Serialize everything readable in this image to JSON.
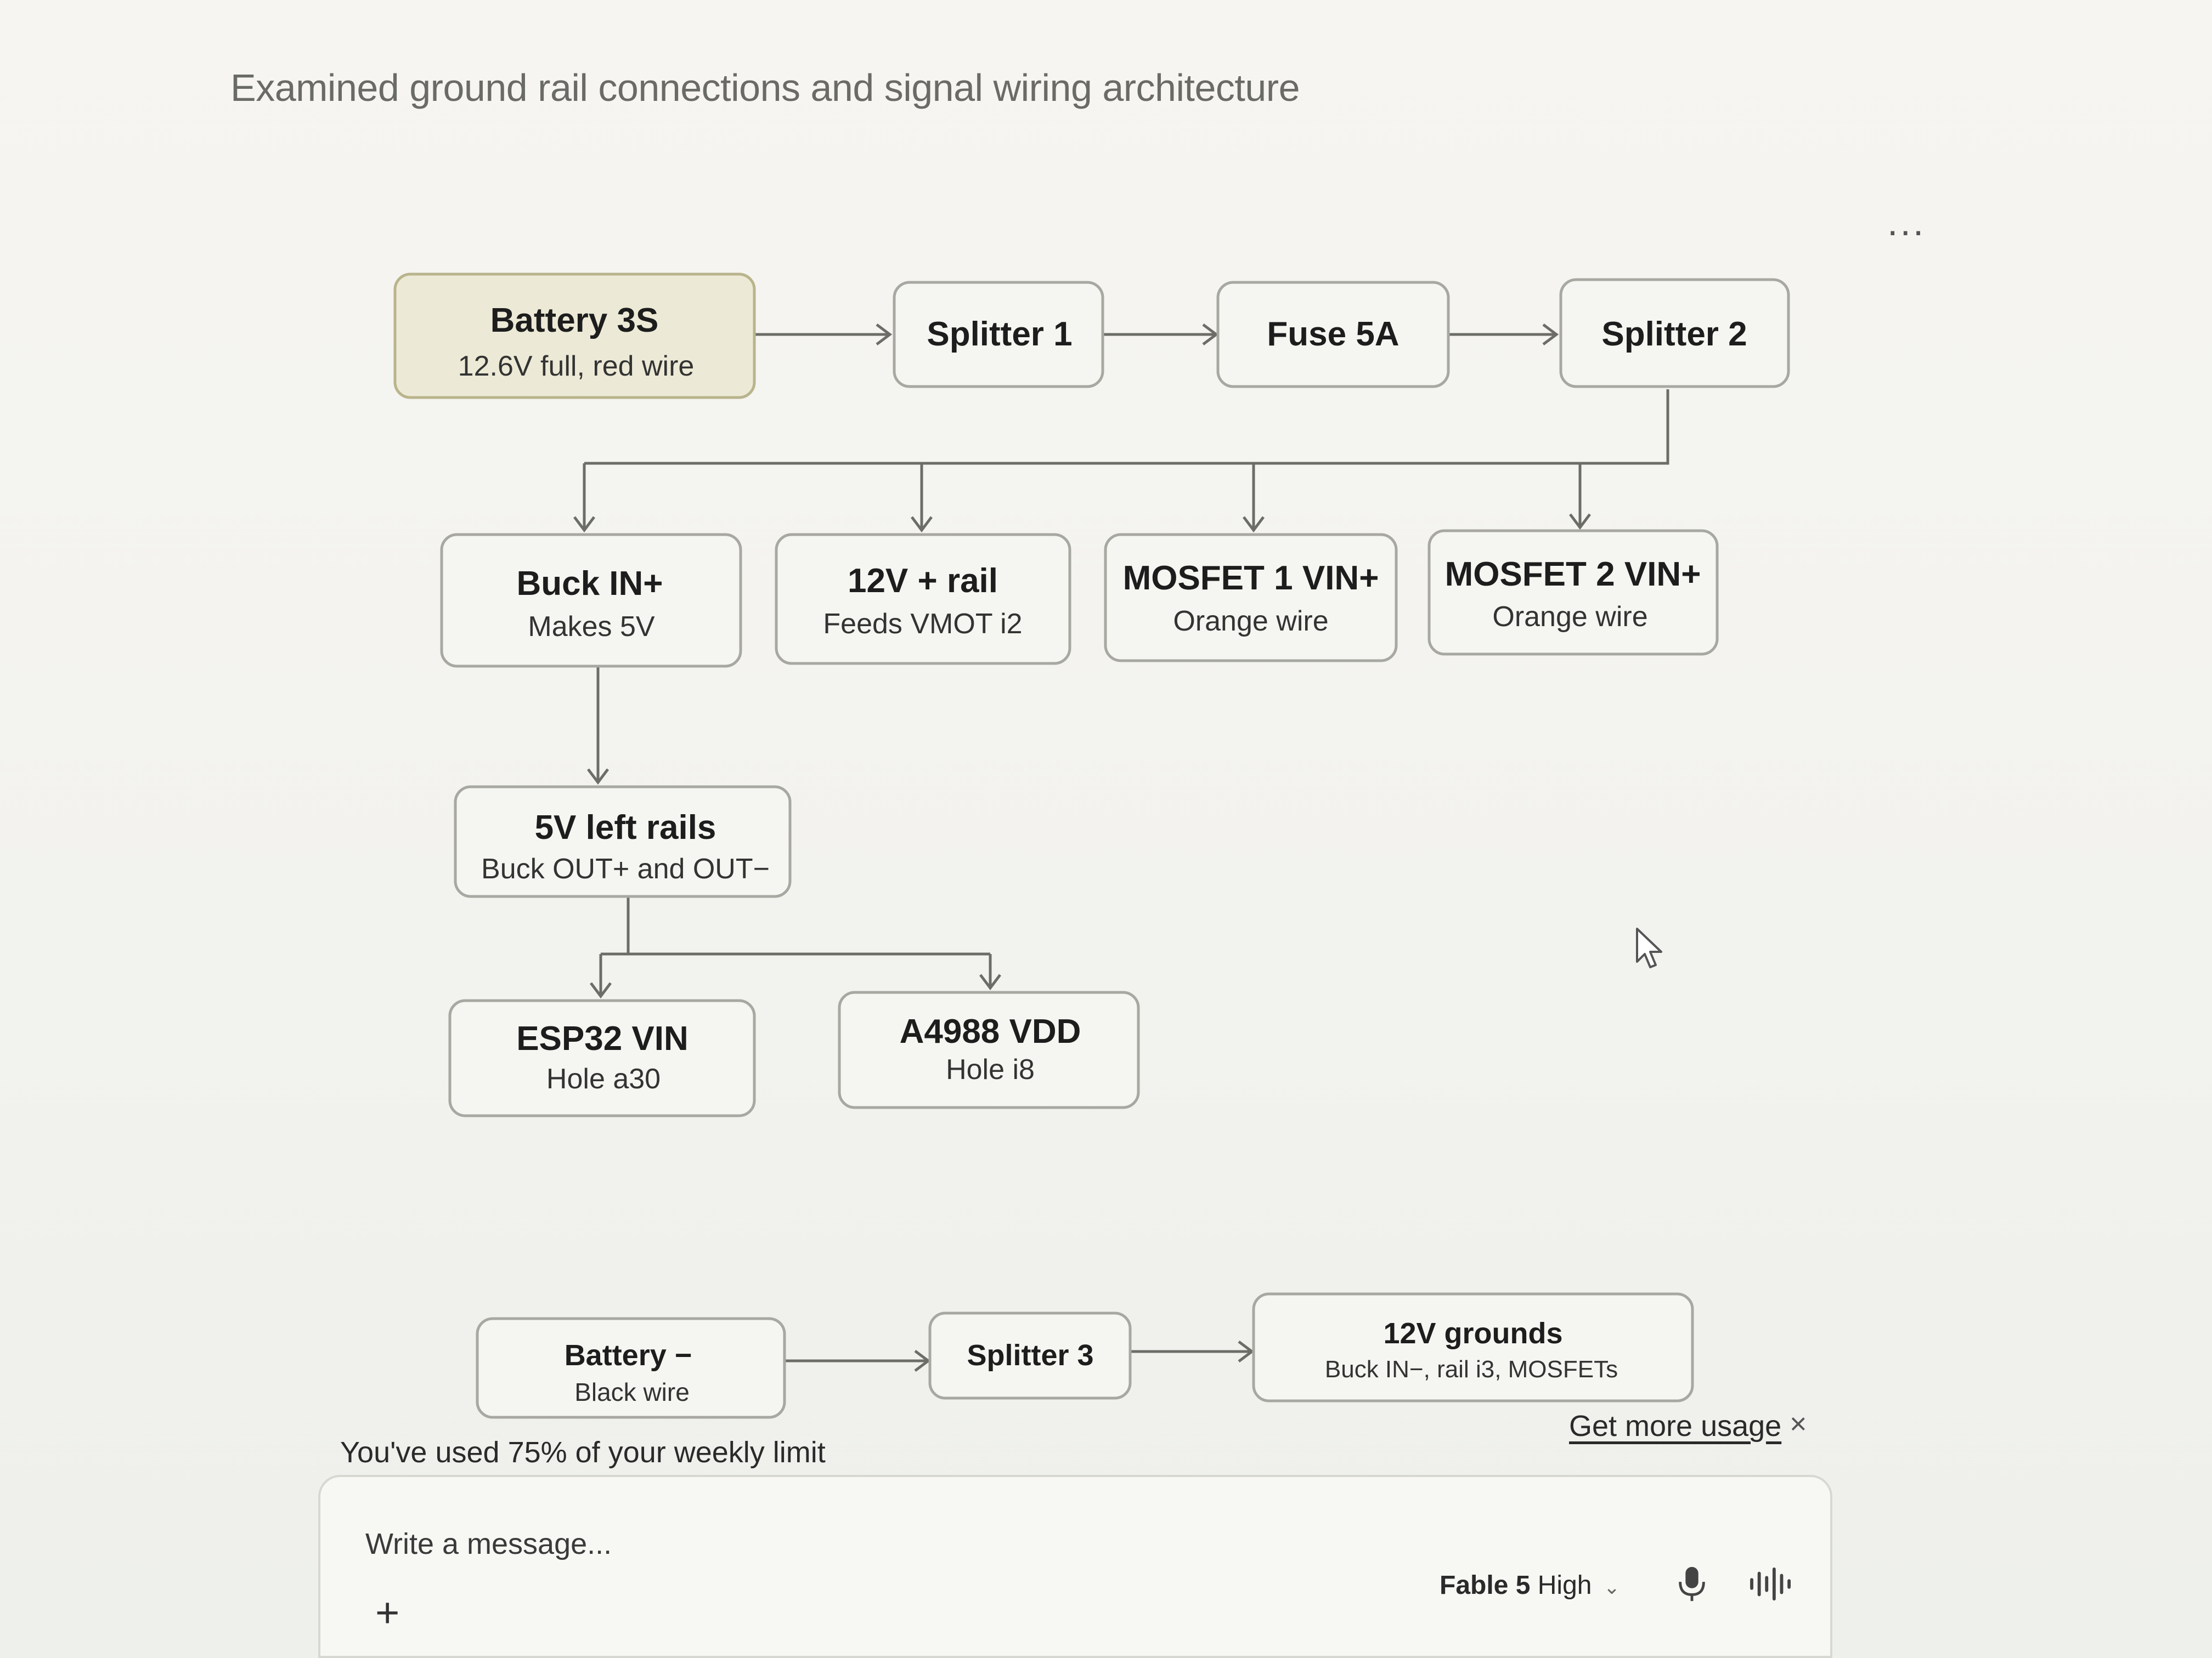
{
  "header": {
    "thinking_title": "Examined ground rail connections and signal wiring architecture",
    "more_menu": "..."
  },
  "diagram": {
    "nodes": [
      {
        "id": "battery3s",
        "title": "Battery 3S",
        "subtitle": "12.6V full, red wire"
      },
      {
        "id": "splitter1",
        "title": "Splitter 1",
        "subtitle": ""
      },
      {
        "id": "fuse5a",
        "title": "Fuse 5A",
        "subtitle": ""
      },
      {
        "id": "splitter2",
        "title": "Splitter 2",
        "subtitle": ""
      },
      {
        "id": "buckin",
        "title": "Buck IN+",
        "subtitle": "Makes 5V"
      },
      {
        "id": "rail12v",
        "title": "12V + rail",
        "subtitle": "Feeds VMOT i2"
      },
      {
        "id": "mosfet1",
        "title": "MOSFET 1 VIN+",
        "subtitle": "Orange wire"
      },
      {
        "id": "mosfet2",
        "title": "MOSFET 2 VIN+",
        "subtitle": "Orange wire"
      },
      {
        "id": "rails5v",
        "title": "5V left rails",
        "subtitle": "Buck OUT+ and OUT−"
      },
      {
        "id": "esp32",
        "title": "ESP32 VIN",
        "subtitle": "Hole a30"
      },
      {
        "id": "a4988",
        "title": "A4988 VDD",
        "subtitle": "Hole i8"
      },
      {
        "id": "batteryneg",
        "title": "Battery −",
        "subtitle": "Black wire"
      },
      {
        "id": "splitter3",
        "title": "Splitter 3",
        "subtitle": ""
      },
      {
        "id": "grounds12v",
        "title": "12V grounds",
        "subtitle": "Buck IN−, rail i3, MOSFETs"
      }
    ]
  },
  "usage": {
    "message": "You've used 75% of your weekly limit",
    "link": "Get more usage",
    "close": "×"
  },
  "composer": {
    "placeholder": "Write a message...",
    "add": "+",
    "model": "Fable 5",
    "effort": "High",
    "chevron": "⌄"
  },
  "icons": {
    "mic": "microphone-icon",
    "voice": "voice-waveform-icon",
    "add": "plus-icon",
    "cursor": "mouse-pointer-icon"
  }
}
